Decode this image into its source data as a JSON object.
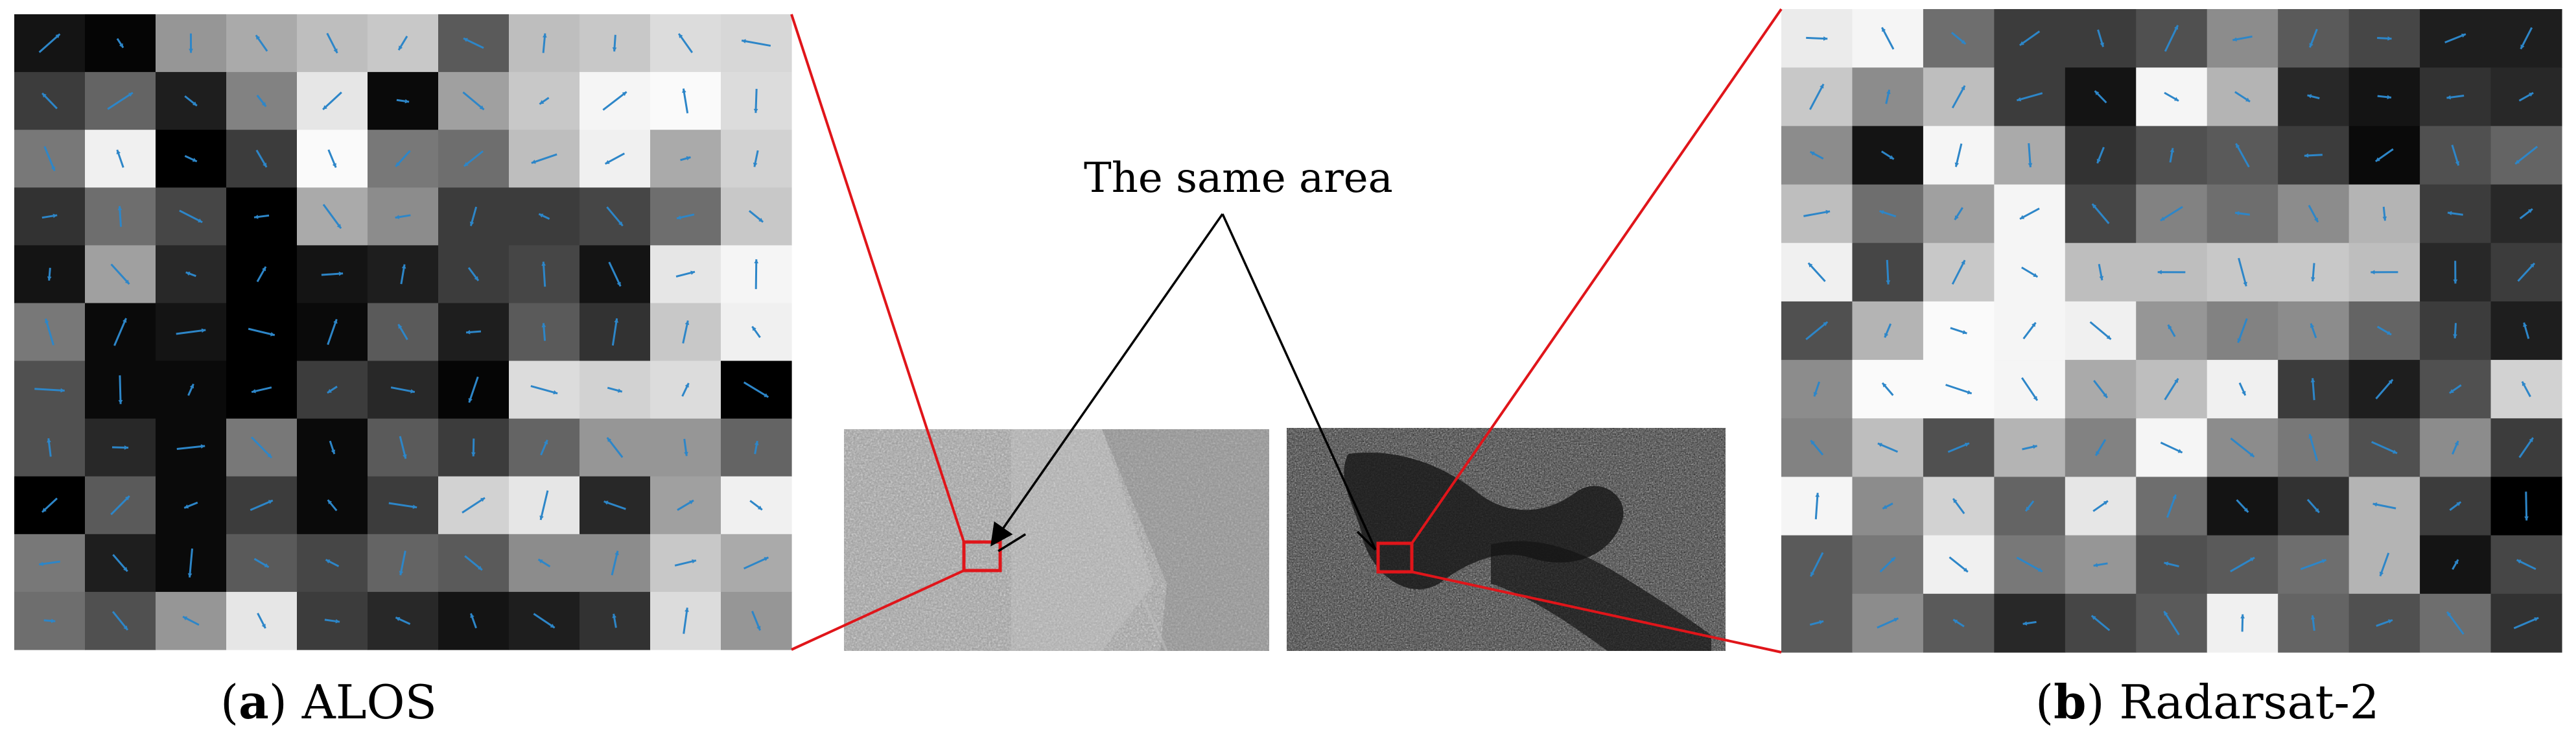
{
  "annotation": "The same area",
  "captions": [
    {
      "tag": "a",
      "text": "ALOS"
    },
    {
      "tag": "b",
      "text": "Radarsat-2"
    }
  ],
  "colors": {
    "highlight": "#e0151a",
    "arrow": "#2d86c8",
    "pointer": "#000000"
  },
  "panels": {
    "alos_grid": {
      "rows": 11,
      "cols": 11,
      "gray": [
        [
          20,
          5,
          150,
          170,
          190,
          200,
          90,
          190,
          200,
          220,
          215
        ],
        [
          60,
          100,
          30,
          130,
          230,
          10,
          160,
          200,
          245,
          250,
          220
        ],
        [
          120,
          240,
          0,
          60,
          250,
          120,
          110,
          190,
          240,
          170,
          210
        ],
        [
          50,
          110,
          70,
          0,
          170,
          140,
          60,
          60,
          70,
          110,
          200
        ],
        [
          20,
          160,
          40,
          0,
          20,
          30,
          60,
          70,
          20,
          230,
          245
        ],
        [
          120,
          10,
          20,
          0,
          10,
          90,
          30,
          90,
          50,
          200,
          240
        ],
        [
          80,
          10,
          10,
          0,
          60,
          40,
          5,
          220,
          210,
          220,
          0
        ],
        [
          80,
          40,
          10,
          120,
          10,
          90,
          60,
          100,
          150,
          150,
          100
        ],
        [
          0,
          90,
          10,
          60,
          10,
          60,
          210,
          230,
          40,
          160,
          240
        ],
        [
          120,
          30,
          10,
          90,
          70,
          100,
          90,
          140,
          140,
          200,
          170
        ],
        [
          110,
          80,
          150,
          230,
          60,
          40,
          20,
          30,
          50,
          220,
          150
        ]
      ]
    },
    "radarsat_grid": {
      "rows": 11,
      "cols": 11,
      "gray": [
        [
          235,
          245,
          110,
          60,
          60,
          80,
          140,
          90,
          70,
          30,
          30
        ],
        [
          200,
          140,
          190,
          60,
          20,
          245,
          180,
          40,
          20,
          50,
          40
        ],
        [
          140,
          20,
          245,
          170,
          50,
          80,
          90,
          60,
          10,
          80,
          100
        ],
        [
          190,
          110,
          160,
          245,
          70,
          130,
          110,
          140,
          180,
          60,
          40
        ],
        [
          240,
          70,
          200,
          245,
          190,
          190,
          200,
          200,
          190,
          40,
          60
        ],
        [
          80,
          180,
          250,
          245,
          240,
          150,
          130,
          140,
          100,
          60,
          30
        ],
        [
          140,
          250,
          250,
          245,
          170,
          190,
          240,
          60,
          30,
          80,
          210
        ],
        [
          130,
          190,
          80,
          180,
          130,
          245,
          140,
          120,
          80,
          140,
          60
        ],
        [
          245,
          140,
          210,
          100,
          230,
          110,
          20,
          50,
          180,
          60,
          0
        ],
        [
          90,
          120,
          240,
          120,
          150,
          80,
          90,
          110,
          180,
          20,
          70
        ],
        [
          90,
          140,
          90,
          40,
          70,
          90,
          240,
          100,
          80,
          110,
          50
        ]
      ]
    }
  }
}
